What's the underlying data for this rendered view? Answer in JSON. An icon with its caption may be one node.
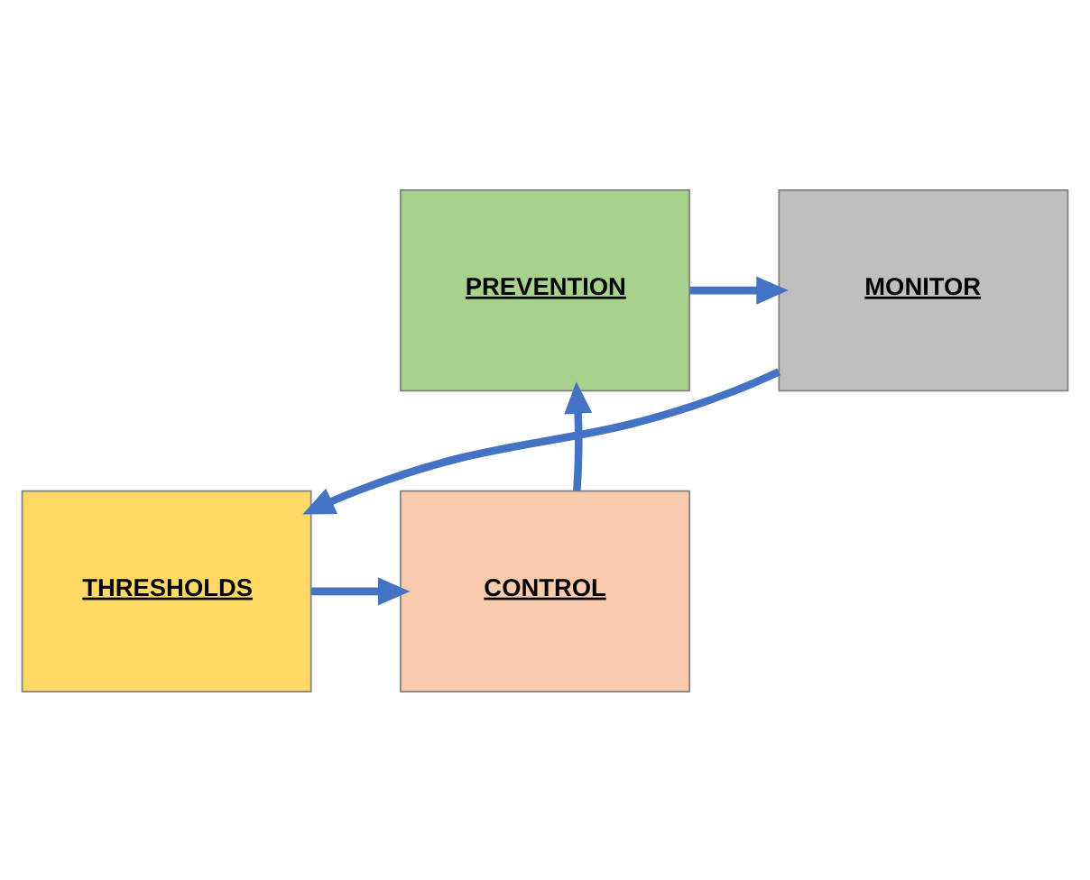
{
  "diagram": {
    "nodes": [
      {
        "text": [
          "PREVENTION"
        ]
      },
      {
        "text": [
          "MONITOR"
        ]
      },
      {
        "text": [
          "CONTROL"
        ]
      },
      {
        "text": [
          "THRESHOLDS"
        ]
      }
    ],
    "edges": [
      {
        "from": 0,
        "to": 1,
        "arrow": "to"
      },
      {
        "from": 1,
        "to": 3,
        "arrow": "to"
      },
      {
        "from": 3,
        "to": 2,
        "arrow": "to"
      },
      {
        "from": 2,
        "to": 0,
        "arrow": "to"
      }
    ]
  }
}
